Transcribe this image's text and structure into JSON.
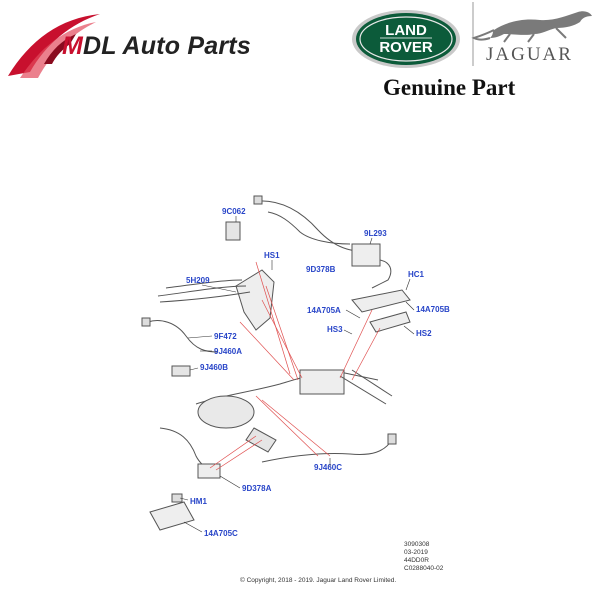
{
  "brand": {
    "name": "MDL Auto Parts",
    "accent_color": "#c8102e"
  },
  "logos": {
    "land_rover": {
      "line1": "LAND",
      "line2": "ROVER",
      "color": "#0c5b3a"
    },
    "jaguar": {
      "word": "JAGUAR",
      "icon": "leaping-jaguar-icon"
    }
  },
  "tagline": "Genuine Part",
  "callouts": {
    "c9C062": "9C062",
    "c9L293": "9L293",
    "cHS1": "HS1",
    "c5H209": "5H209",
    "c9D378B": "9D378B",
    "cHC1": "HC1",
    "c14A705A": "14A705A",
    "c14A705B": "14A705B",
    "cHS3": "HS3",
    "cHS2": "HS2",
    "c9F472": "9F472",
    "c9J460A": "9J460A",
    "c9J460B": "9J460B",
    "c9J460C": "9J460C",
    "c9D378A": "9D378A",
    "cHM1": "HM1",
    "c14A705C": "14A705C"
  },
  "callout_color": "#2845c8",
  "reference": {
    "line1": "3090308",
    "line2": "03-2019",
    "line3": "44DD0R",
    "line4": "C0288040-02"
  },
  "copyright": "© Copyright, 2018 - 2019. Jaguar Land Rover Limited."
}
